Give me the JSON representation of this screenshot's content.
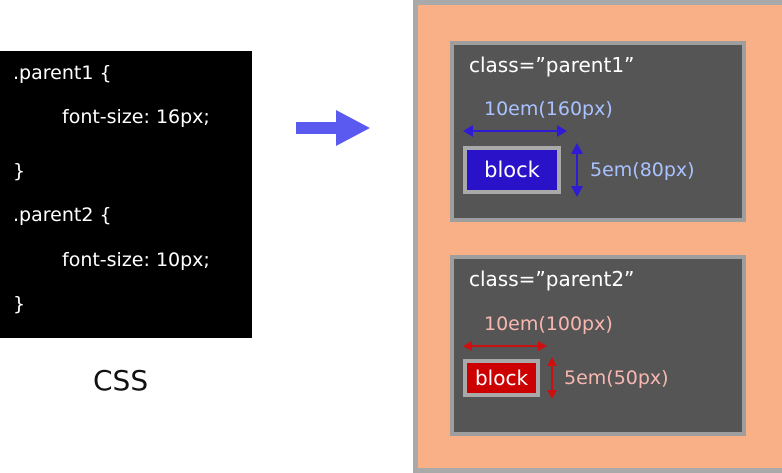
{
  "code": {
    "lines": [
      ".parent1 {",
      "font-size: 16px;",
      "}",
      ".parent2 {",
      "font-size: 10px;",
      "}"
    ],
    "caption": "CSS"
  },
  "parents": [
    {
      "label": "class=”parent1”",
      "width_label": "10em(160px)",
      "height_label": "5em(80px)",
      "block_label": "block",
      "dim_color": "#a9c2ff",
      "arrow_color": "#2f1bd6",
      "block_color": "#2a12c8"
    },
    {
      "label": "class=”parent2”",
      "width_label": "10em(100px)",
      "height_label": "5em(50px)",
      "block_label": "block",
      "dim_color": "#f7b7b0",
      "arrow_color": "#cc1010",
      "block_color": "#cc0000"
    }
  ],
  "colors": {
    "result_background": "#f9b086",
    "parent_background": "#555555",
    "flow_arrow": "#5a5af0"
  },
  "icons": {
    "flow_arrow": "right-arrow-icon"
  }
}
